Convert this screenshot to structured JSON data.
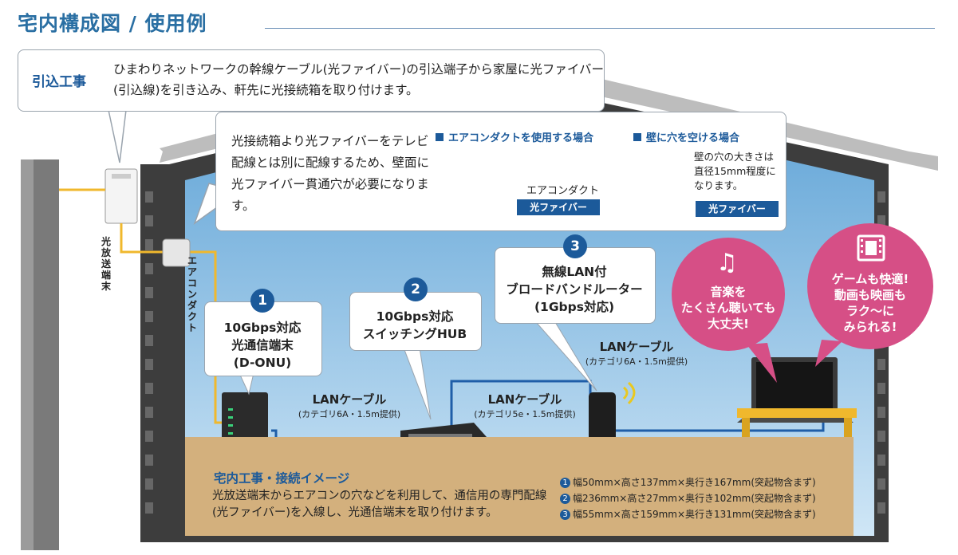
{
  "title": "宅内構成図 / 使用例",
  "hikikomi": {
    "label": "引込工事",
    "text": "ひまわりネットワークの幹線ケーブル(光ファイバー)の引込端子から家屋に光ファイバー(引込線)を引き込み、軒先に光接続箱を取り付けます。"
  },
  "fiber_note": {
    "text": "光接続箱より光ファイバーをテレビ配線とは別に配線するため、壁面に光ファイバー貫通穴が必要になります。",
    "aircon_heading": "エアコンダクトを使用する場合",
    "aircon_duct_label": "エアコンダクト",
    "aircon_fiber_tag": "光ファイバー",
    "wall_heading": "壁に穴を空ける場合",
    "wall_note": "壁の穴の大きさは直径15mm程度になります。",
    "wall_fiber_tag": "光ファイバー"
  },
  "vertical_labels": {
    "terminal": "光放送端末",
    "aircon_duct": "エアコンダクト"
  },
  "devices": [
    {
      "number": "1",
      "line1": "10Gbps対応",
      "line2": "光通信端末",
      "line3": "(D-ONU)"
    },
    {
      "number": "2",
      "line1": "10Gbps対応",
      "line2": "スイッチングHUB"
    },
    {
      "number": "3",
      "line1": "無線LAN付",
      "line2": "ブロードバンドルーター",
      "line3": "(1Gbps対応)"
    }
  ],
  "cables": [
    {
      "label": "LANケーブル",
      "sub": "(カテゴリ6A・1.5m提供)"
    },
    {
      "label": "LANケーブル",
      "sub": "(カテゴリ5e・1.5m提供)"
    },
    {
      "label": "LANケーブル",
      "sub": "(カテゴリ6A・1.5m提供)"
    }
  ],
  "bubbles": {
    "music": {
      "line1": "音楽を",
      "line2": "たくさん聴いても",
      "line3": "大丈夫!"
    },
    "game": {
      "line1": "ゲームも快適!",
      "line2": "動画も映画も",
      "line3": "ラク～に",
      "line4": "みられる!"
    }
  },
  "floor": {
    "title": "宅内工事・接続イメージ",
    "text": "光放送端末からエアコンの穴などを利用して、通信用の専門配線(光ファイバー)を入線し、光通信端末を取り付けます。",
    "dims": [
      {
        "number": "1",
        "text": "幅50mm×高さ137mm×奥行き167mm(突起物含まず)"
      },
      {
        "number": "2",
        "text": "幅236mm×高さ27mm×奥行き102mm(突起物含まず)"
      },
      {
        "number": "3",
        "text": "幅55mm×高さ159mm×奥行き131mm(突起物含まず)"
      }
    ]
  },
  "colors": {
    "accent_blue": "#1c5a9a",
    "pink": "#d64f86",
    "fiber": "#f0b82d",
    "lan": "#1f5ea8",
    "wall_blue": "#7fb7e0"
  }
}
